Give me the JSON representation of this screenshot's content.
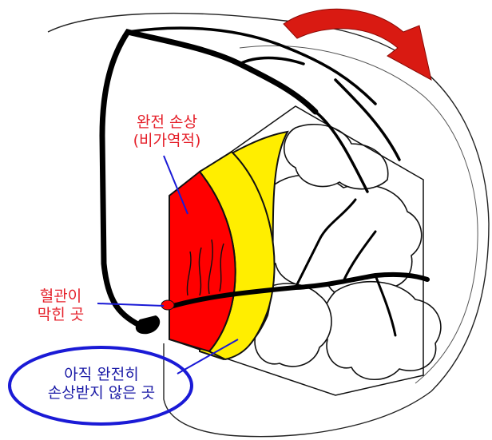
{
  "labels": {
    "complete_damage_line1": "완전 손상",
    "complete_damage_line2": "(비가역적)",
    "blocked_vessel_line1": "혈관이",
    "blocked_vessel_line2": "막힌 곳",
    "not_yet_damaged_line1": "아직 완전히",
    "not_yet_damaged_line2": "손상받지 않은 곳"
  },
  "colors": {
    "core_infarct": "#ff0000",
    "penumbra": "#ffee00",
    "vessel": "#000000",
    "arrow": "#d91a12",
    "label_red": "#e5202a",
    "label_blue": "#1a1aa6",
    "ellipse": "#1a1ad6"
  }
}
